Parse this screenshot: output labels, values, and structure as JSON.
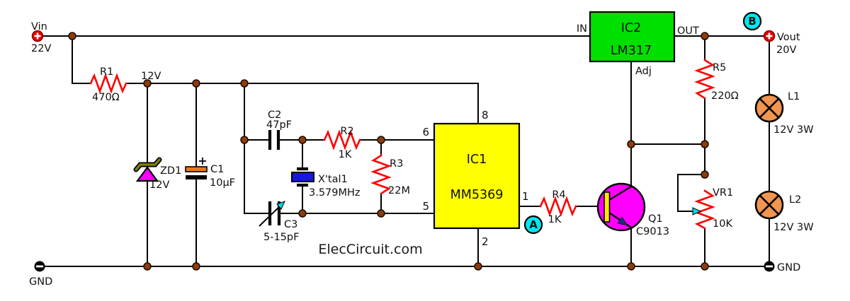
{
  "watermark": "ElecCircuit.com",
  "power": {
    "vin": {
      "label": "Vin",
      "value": "22V"
    },
    "vout": {
      "label": "Vout",
      "value": "20V"
    },
    "rail": {
      "label": "12V"
    },
    "gnd_left": {
      "label": "GND"
    },
    "gnd_right": {
      "label": "GND"
    }
  },
  "test_points": {
    "a": {
      "label": "A"
    },
    "b": {
      "label": "B"
    }
  },
  "components": {
    "r1": {
      "ref": "R1",
      "value": "470Ω"
    },
    "r2": {
      "ref": "R2",
      "value": "1K"
    },
    "r3": {
      "ref": "R3",
      "value": "22M"
    },
    "r4": {
      "ref": "R4",
      "value": "1K"
    },
    "r5": {
      "ref": "R5",
      "value": "220Ω"
    },
    "vr1": {
      "ref": "VR1",
      "value": "10K"
    },
    "c1": {
      "ref": "C1",
      "value": "10µF",
      "polarity": "+"
    },
    "c2": {
      "ref": "C2",
      "value": "47pF"
    },
    "c3": {
      "ref": "C3",
      "value": "5-15pF"
    },
    "zd1": {
      "ref": "ZD1",
      "value": "12V"
    },
    "xtal1": {
      "ref": "X'tal1",
      "value": "3.579MHz"
    },
    "q1": {
      "ref": "Q1",
      "value": "C9013"
    },
    "l1": {
      "ref": "L1",
      "value": "12V 3W"
    },
    "l2": {
      "ref": "L2",
      "value": "12V 3W"
    },
    "ic1": {
      "ref": "IC1",
      "part": "MM5369",
      "pins": {
        "p1": "1",
        "p2": "2",
        "p5": "5",
        "p6": "6",
        "p8": "8"
      }
    },
    "ic2": {
      "ref": "IC2",
      "part": "LM317",
      "pins": {
        "in": "IN",
        "out": "OUT",
        "adj": "Adj"
      }
    }
  },
  "colors": {
    "wire": "#000000",
    "resistor": "#ff0000",
    "junction": "#8a3d0d",
    "ic1_fill": "#ffff00",
    "ic2_fill": "#00e000",
    "transistor_fill": "#ff00ff",
    "zener_fill": "#ff00ff",
    "zener_bar": "#808000",
    "lamp_fill": "#f2954f",
    "crystal_fill": "#1818dd",
    "cap_pos_plate": "#f07714",
    "test_point_fill": "#00e8f0",
    "terminal_plus": "#e60000"
  }
}
